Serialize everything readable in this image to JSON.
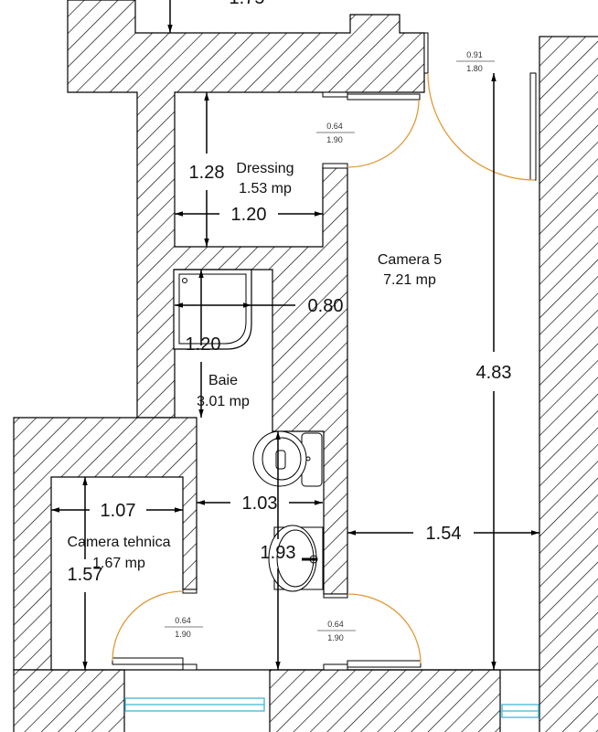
{
  "title": "Floor plan",
  "rooms": [
    {
      "name": "Dressing",
      "area": "1.53 mp"
    },
    {
      "name": "Camera 5",
      "area": "7.21 mp"
    },
    {
      "name": "Baie",
      "area": "3.01 mp"
    },
    {
      "name": "Camera tehnica",
      "area": "1.67 mp"
    }
  ],
  "dimensions": {
    "top_partial": "1.75",
    "dressing_height": "1.28",
    "dressing_width": "1.20",
    "shower_width": "0.80",
    "shower_length": "1.20",
    "camera5_length": "4.83",
    "tehnica_width": "1.07",
    "tehnica_length": "1.57",
    "baie_width": "1.03",
    "baie_length": "1.93",
    "camera5_width": "1.54"
  },
  "doors": [
    {
      "width": "0.91",
      "height": "1.80"
    },
    {
      "width": "0.64",
      "height": "1.90"
    },
    {
      "width": "0.64",
      "height": "1.90"
    },
    {
      "width": "0.64",
      "height": "1.90"
    }
  ],
  "colors": {
    "door_swing": "#e09a3a",
    "window": "#3fb6d8",
    "wall": "#000000"
  }
}
